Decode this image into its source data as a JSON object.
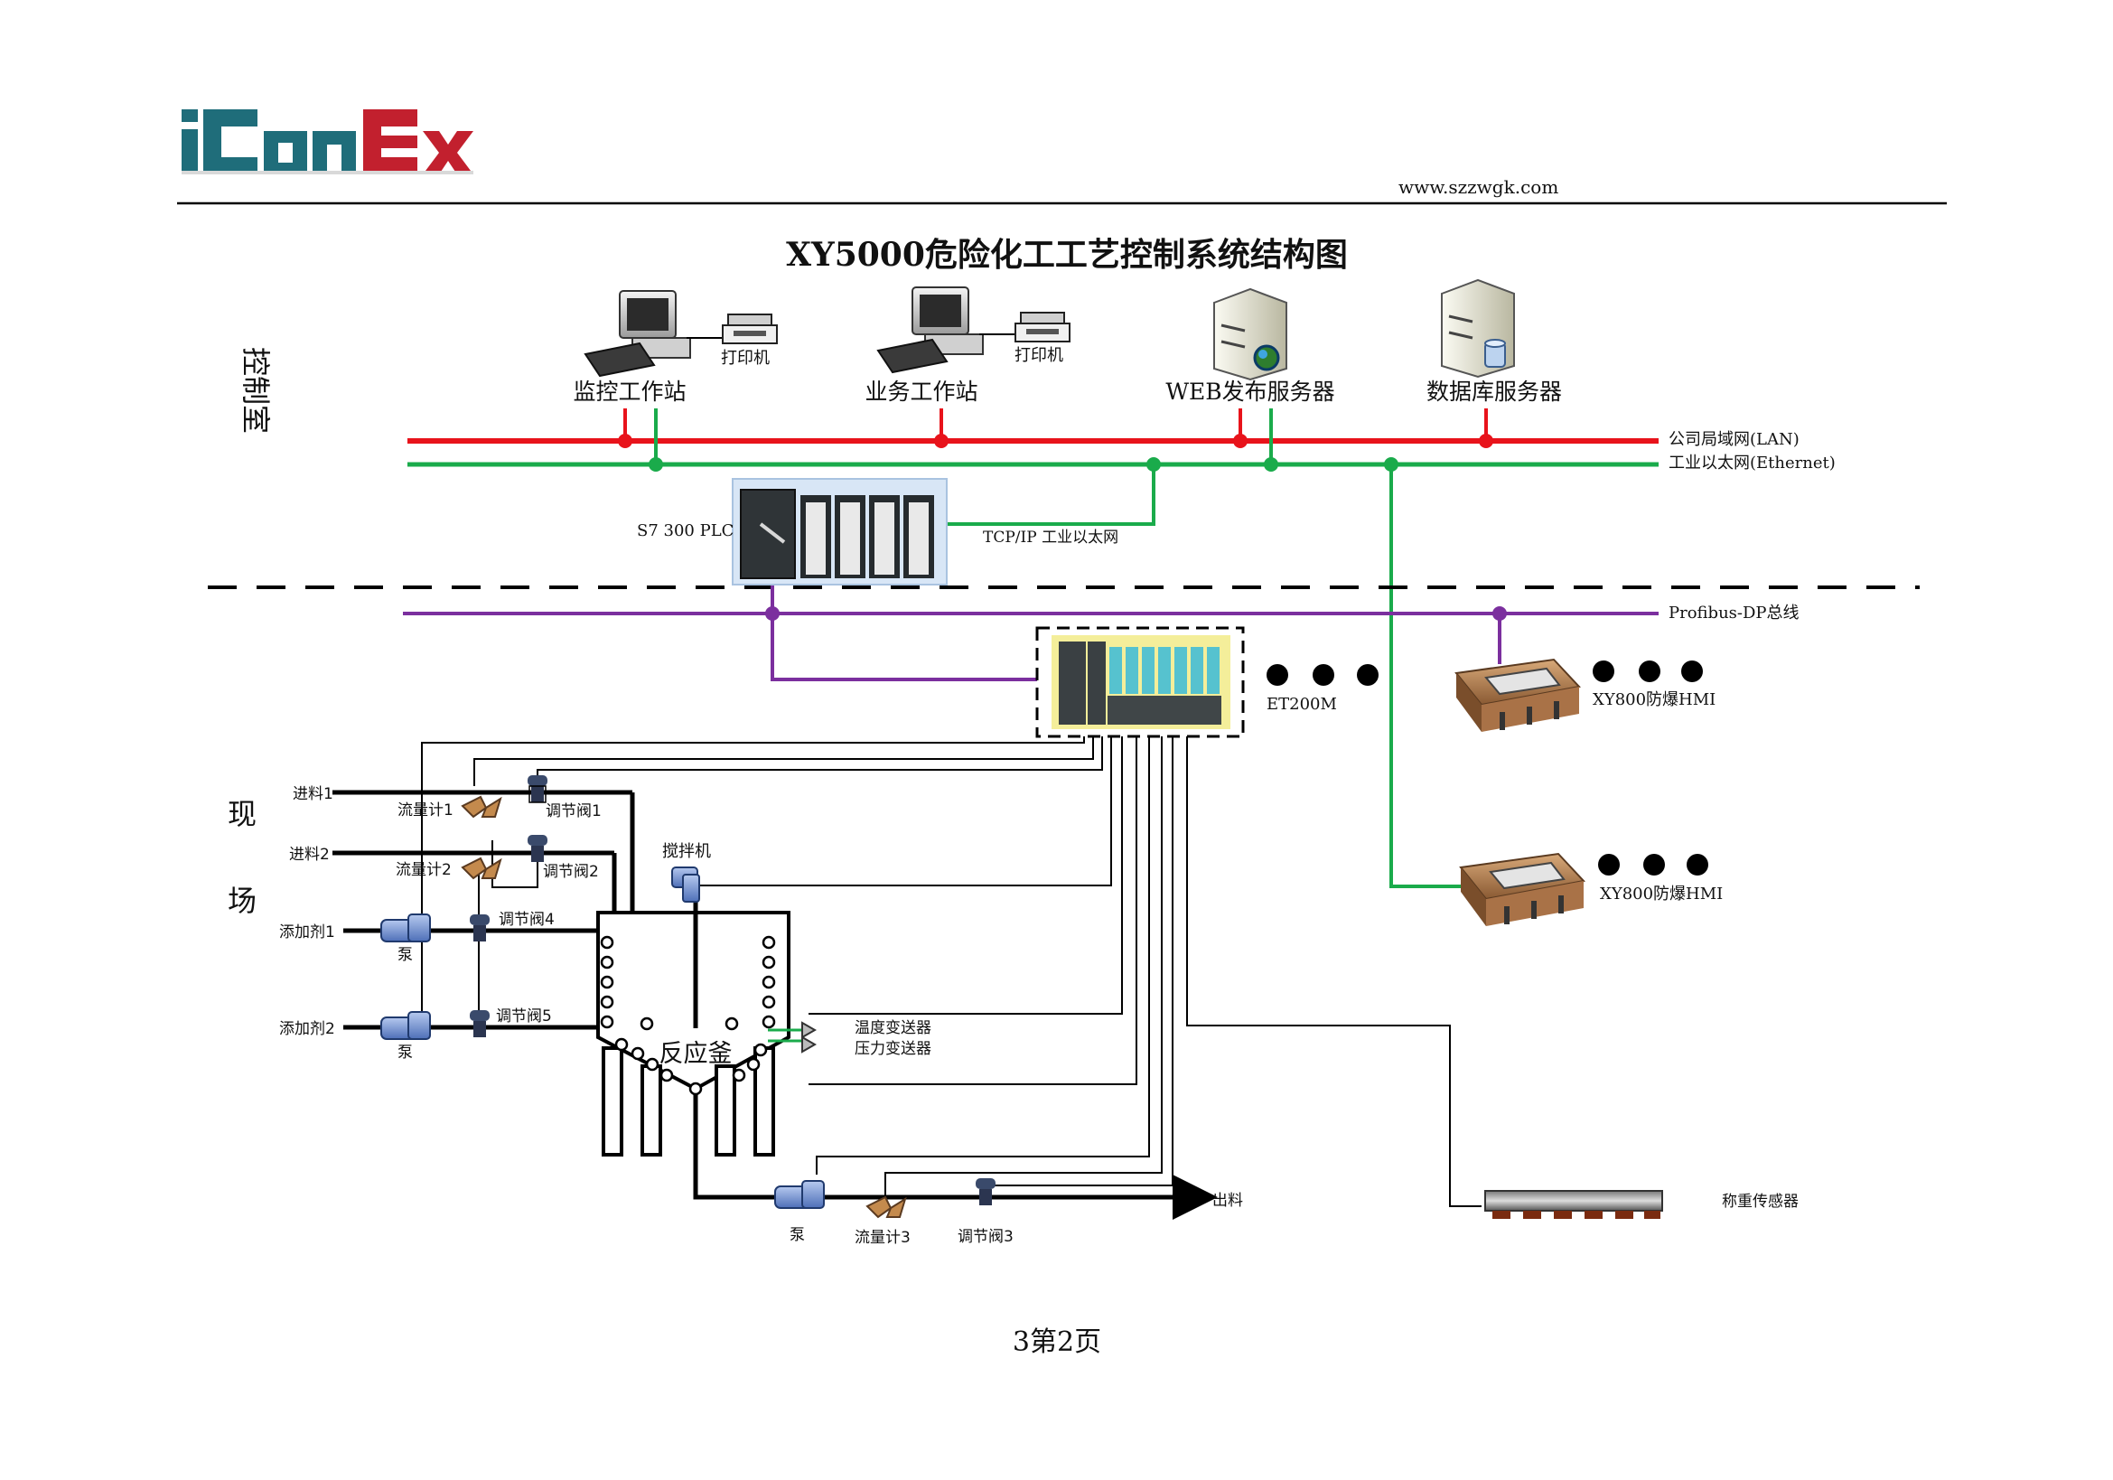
{
  "logo": {
    "text": "iConEx"
  },
  "header": {
    "url": "www.szzwgk.com"
  },
  "title": "XY5000危险化工工艺控制系统结构图",
  "zones": {
    "control_room": "控制室",
    "field_1": "现",
    "field_2": "场"
  },
  "control_room": {
    "monitor_station": "监控工作站",
    "business_station": "业务工作站",
    "printer_1": "打印机",
    "printer_2": "打印机",
    "web_server": "WEB发布服务器",
    "db_server": "数据库服务器"
  },
  "networks": {
    "lan": "公司局域网(LAN)",
    "ethernet": "工业以太网(Ethernet)",
    "tcpip": "TCP/IP 工业以太网",
    "profibus": "Profibus-DP总线"
  },
  "colors": {
    "lan": "#e8131b",
    "ethernet": "#1aab4b",
    "profibus": "#7b2f9e"
  },
  "plc": {
    "label": "S7 300 PLC"
  },
  "et200m": {
    "label": "ET200M"
  },
  "hmi": {
    "label_1": "XY800防爆HMI",
    "label_2": "XY800防爆HMI"
  },
  "field": {
    "feed1": "进料1",
    "feed2": "进料2",
    "additive1": "添加剂1",
    "additive2": "添加剂2",
    "flowmeter1": "流量计1",
    "flowmeter2": "流量计2",
    "flowmeter3": "流量计3",
    "valve1": "调节阀1",
    "valve2": "调节阀2",
    "valve3": "调节阀3",
    "valve4": "调节阀4",
    "valve5": "调节阀5",
    "pump_a": "泵",
    "pump_b": "泵",
    "pump_c": "泵",
    "agitator": "搅拌机",
    "reactor": "反应釜",
    "temp_tx": "温度变送器",
    "press_tx": "压力变送器",
    "outlet": "出料",
    "scale": "称重传感器"
  },
  "footer": {
    "page": "3第2页"
  }
}
